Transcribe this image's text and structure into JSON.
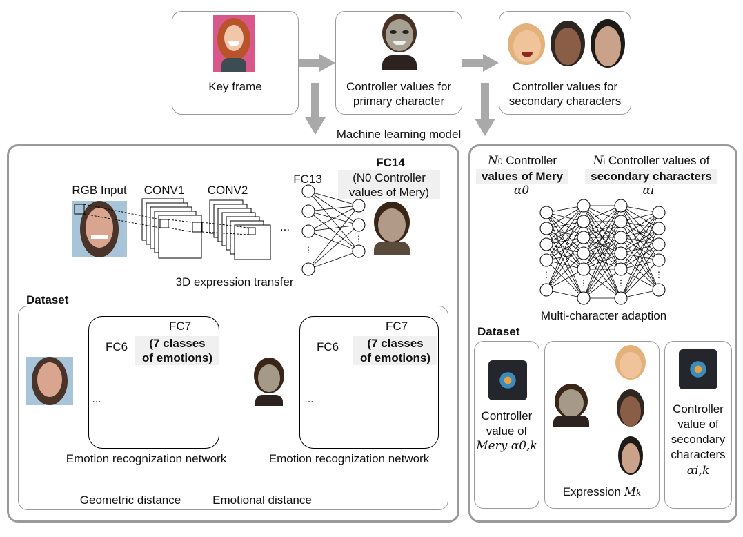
{
  "top": {
    "key_frame": "Key frame",
    "primary": [
      "Controller values for",
      "primary character"
    ],
    "secondary": [
      "Controller values for",
      "secondary characters"
    ],
    "ml_model": "Machine learning model"
  },
  "left": {
    "rgb_input": "RGB Input",
    "conv1": "CONV1",
    "conv2": "CONV2",
    "fc13": "FC13",
    "fc14": "FC14",
    "fc14_sub1": "(N0 Controller",
    "fc14_sub2": "values of Mery)",
    "ellipsis": "...",
    "transfer": "3D expression transfer",
    "dataset": "Dataset",
    "fc6": "FC6",
    "fc7": "FC7",
    "fc7_sub1": "(7 classes",
    "fc7_sub2": "of emotions)",
    "emotion_net": "Emotion recognization network",
    "geo_dist": "Geometric distance",
    "emo_dist": "Emotional distance"
  },
  "right": {
    "n0_label": "N0 Controller",
    "values_mery": "values of Mery",
    "alpha0": "α0",
    "ni_label": "Ni Controller values of",
    "secondary_chars": "secondary characters",
    "alphai": "αi",
    "adaption": "Multi-character adaption",
    "dataset": "Dataset",
    "ctrl_mery": [
      "Controller",
      "value of",
      "Mery α0,k"
    ],
    "expression": "Expression Mk",
    "ctrl_secondary": [
      "Controller",
      "value of",
      "secondary",
      "characters",
      "αi,k"
    ]
  }
}
